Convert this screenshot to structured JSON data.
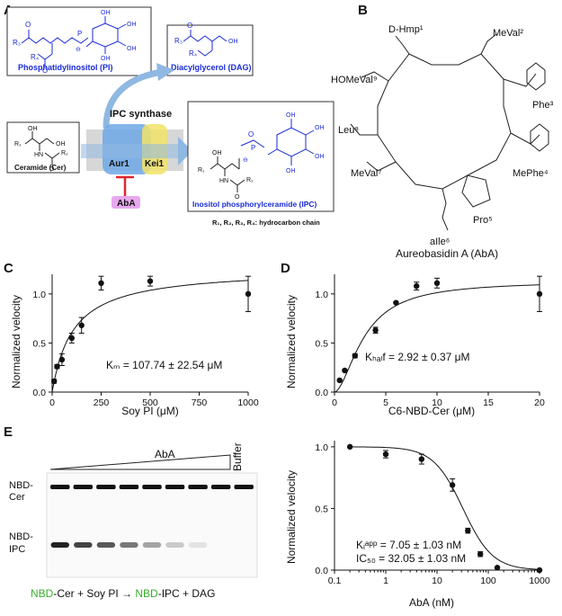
{
  "panel_labels": {
    "a": "A",
    "b": "B",
    "c": "C",
    "d": "D",
    "e": "E"
  },
  "panelA": {
    "pi_label": "Phosphatidylinositol (PI)",
    "dag_label": "Diacylglycerol (DAG)",
    "cer_label": "Ceramide (Cer)",
    "ipc_label": "Inositol phosphorylceramide (IPC)",
    "enzyme": "IPC synthase",
    "aur1": "Aur1",
    "kei1": "Kei1",
    "inhibitor": "AbA",
    "footnote": "R₁, R₂, R₃, R₄: hydrocarbon chain",
    "atoms": {
      "oh": "OH",
      "o": "O",
      "p": "P",
      "nh": "NH",
      "hn": "HN",
      "r1": "R₁",
      "r2": "R₂",
      "r3": "R₃",
      "r4": "R₄",
      "minus": "⊖"
    }
  },
  "panelB": {
    "residues": [
      "D-Hmp¹",
      "MeVal²",
      "Phe³",
      "MePhe⁴",
      "Pro⁵",
      "aIle⁶",
      "MeVal⁷",
      "Leu⁸",
      "HOMeVal⁹"
    ],
    "caption": "Aureobasidin A (AbA)"
  },
  "chart_data": [
    {
      "panel": "C",
      "type": "scatter",
      "xlabel": "Soy PI (μM)",
      "ylabel": "Normalized velocity",
      "xlim": [
        0,
        1000
      ],
      "ylim": [
        0,
        1.2
      ],
      "xticks": [
        "0",
        "250",
        "500",
        "750",
        "1000"
      ],
      "yticks": [
        "0.0",
        "0.5",
        "1.0"
      ],
      "x": [
        10,
        25,
        50,
        100,
        150,
        250,
        500,
        1000
      ],
      "y": [
        0.11,
        0.26,
        0.33,
        0.55,
        0.68,
        1.11,
        1.13,
        1.0
      ],
      "err": [
        0.02,
        0.02,
        0.06,
        0.05,
        0.08,
        0.07,
        0.05,
        0.18
      ],
      "fit": {
        "model": "michaelis-menten",
        "vmax": 1.26,
        "km": 107.74
      },
      "annotation": "Kₘ = 107.74 ± 22.54 μM"
    },
    {
      "panel": "D",
      "type": "scatter",
      "xlabel": "C6-NBD-Cer (μM)",
      "ylabel": "Normalized velocity",
      "xlim": [
        0,
        20
      ],
      "ylim": [
        0,
        1.2
      ],
      "xticks": [
        "0",
        "5",
        "10",
        "15",
        "20"
      ],
      "yticks": [
        "0.0",
        "0.5",
        "1.0"
      ],
      "x": [
        0.5,
        1,
        2,
        4,
        6,
        8,
        10,
        20
      ],
      "y": [
        0.12,
        0.22,
        0.37,
        0.63,
        0.91,
        1.08,
        1.11,
        1.0
      ],
      "err": [
        0.01,
        0.01,
        0.02,
        0.03,
        0.01,
        0.04,
        0.05,
        0.18
      ],
      "fit": {
        "model": "hill",
        "vmax": 1.13,
        "khalf": 2.92,
        "n": 1.75
      },
      "annotation": "Kₕₐₗf = 2.92 ± 0.37 μM"
    },
    {
      "panel": "E-right",
      "type": "scatter",
      "xscale": "log",
      "xlabel": "AbA (nM)",
      "ylabel": "Normalized velocity",
      "xlim": [
        0.1,
        1000
      ],
      "ylim": [
        0,
        1.05
      ],
      "xticks": [
        "0.1",
        "1",
        "10",
        "100",
        "1000"
      ],
      "yticks": [
        "0.0",
        "0.5",
        "1.0"
      ],
      "x": [
        0.2,
        1,
        5,
        20,
        40,
        70,
        150,
        1000
      ],
      "y": [
        1.0,
        0.94,
        0.9,
        0.69,
        0.32,
        0.13,
        0.02,
        0.0
      ],
      "err": [
        0.0,
        0.03,
        0.04,
        0.05,
        0.02,
        0.02,
        0.0,
        0.0
      ],
      "fit": {
        "model": "ic50",
        "top": 1.0,
        "ic50": 32.05,
        "hill": 1.5
      },
      "annotation1": "Kᵢᵃᵖᵖ = 7.05 ± 1.03 nM",
      "annotation2": "IC₅₀ = 32.05 ± 1.03 nM"
    }
  ],
  "panelE_gel": {
    "inhibitor": "AbA",
    "buffer": "Buffer",
    "band_top": "NBD-\nCer",
    "band_top_l1": "NBD-",
    "band_top_l2": "Cer",
    "band_bottom_l1": "NBD-",
    "band_bottom_l2": "IPC",
    "lanes": 9,
    "ipc_intensity": [
      1.0,
      0.85,
      0.75,
      0.6,
      0.4,
      0.22,
      0.1,
      0.0,
      0.0
    ],
    "reaction": {
      "nbd1": "NBD",
      "rest1": "-Cer + Soy PI → ",
      "nbd2": "NBD",
      "rest2": "-IPC + DAG"
    }
  }
}
